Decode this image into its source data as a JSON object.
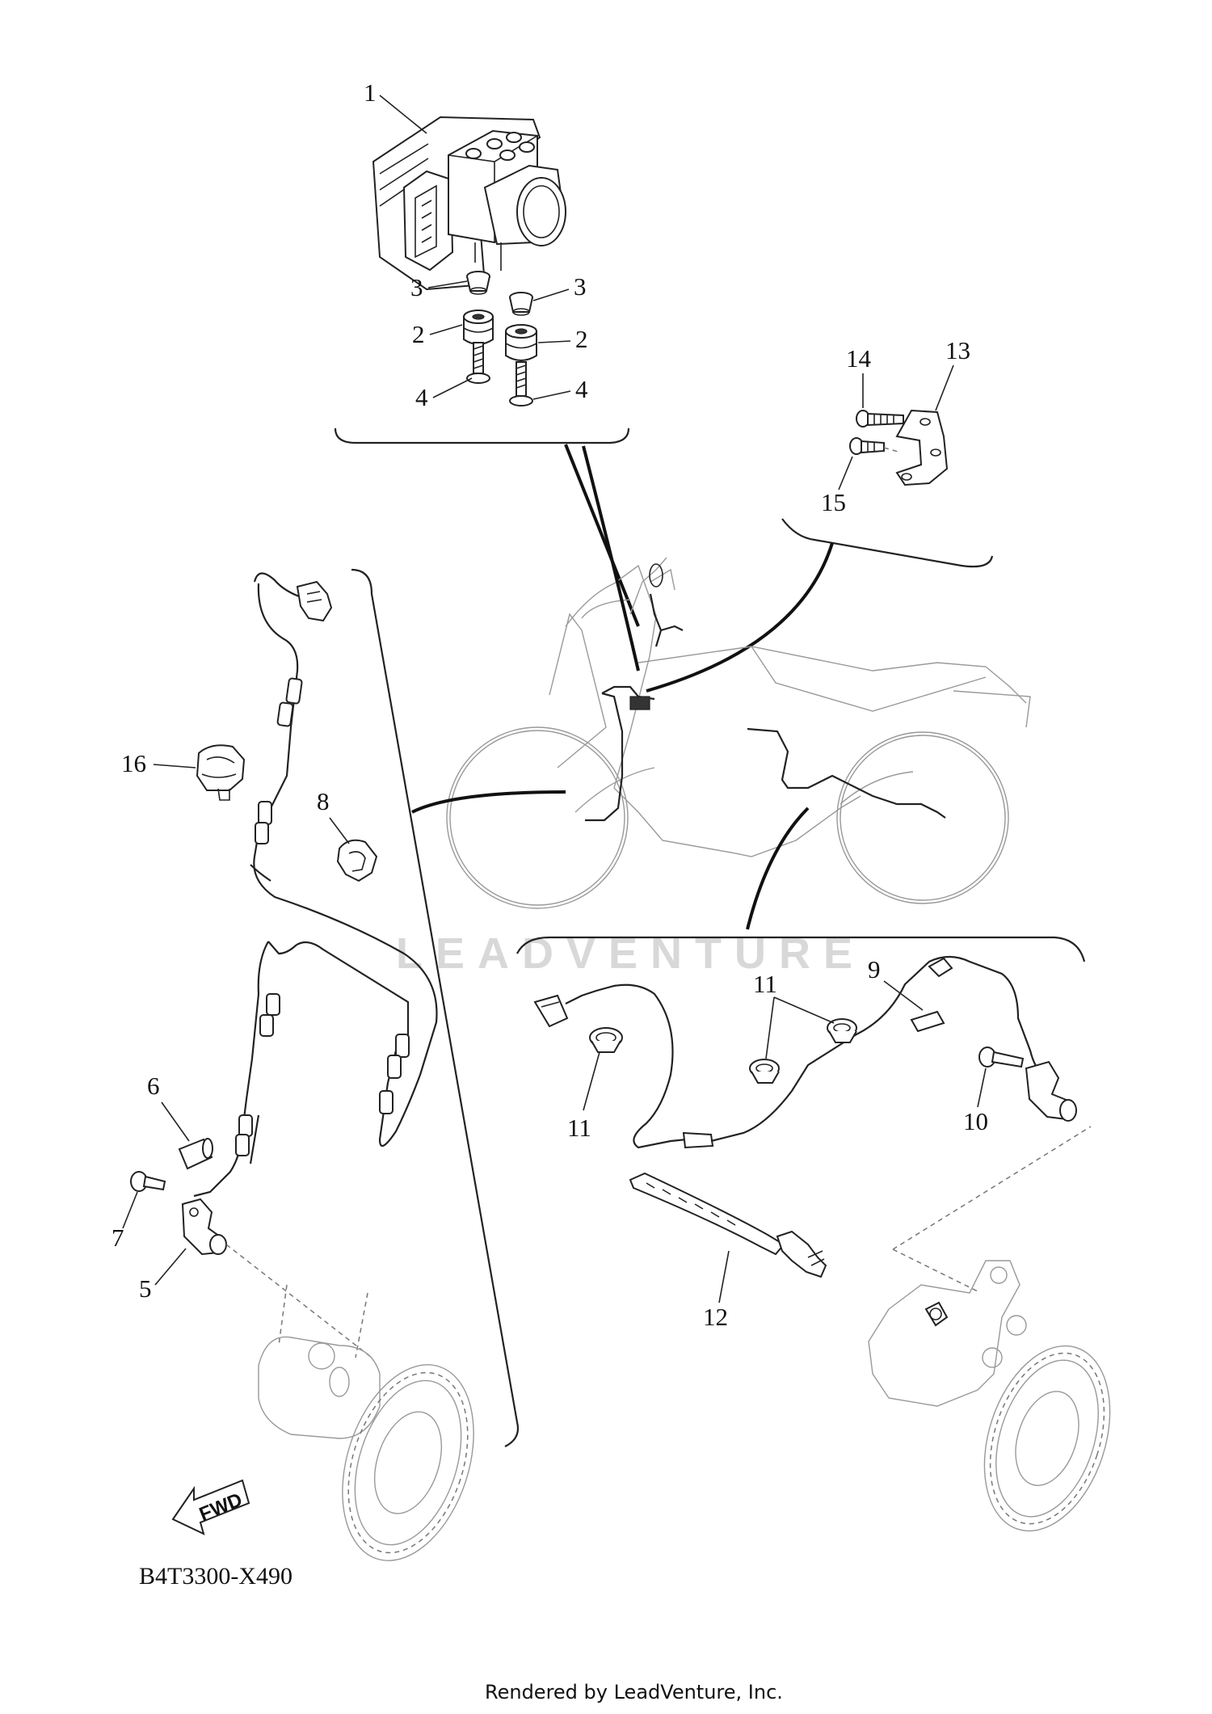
{
  "diagram": {
    "callouts": [
      {
        "id": "c1",
        "text": "1"
      },
      {
        "id": "c3a",
        "text": "3"
      },
      {
        "id": "c3b",
        "text": "3"
      },
      {
        "id": "c2a",
        "text": "2"
      },
      {
        "id": "c2b",
        "text": "2"
      },
      {
        "id": "c4a",
        "text": "4"
      },
      {
        "id": "c4b",
        "text": "4"
      },
      {
        "id": "c14",
        "text": "14"
      },
      {
        "id": "c13",
        "text": "13"
      },
      {
        "id": "c15",
        "text": "15"
      },
      {
        "id": "c16",
        "text": "16"
      },
      {
        "id": "c8",
        "text": "8"
      },
      {
        "id": "c6",
        "text": "6"
      },
      {
        "id": "c7",
        "text": "7"
      },
      {
        "id": "c5",
        "text": "5"
      },
      {
        "id": "c9",
        "text": "9"
      },
      {
        "id": "c11a",
        "text": "11"
      },
      {
        "id": "c11b",
        "text": "11"
      },
      {
        "id": "c10",
        "text": "10"
      },
      {
        "id": "c12",
        "text": "12"
      }
    ],
    "fwd_label": "FWD",
    "diagram_code": "B4T3300-X490",
    "watermark": "LEADVENTURE",
    "footer": "Rendered by LeadVenture, Inc."
  }
}
